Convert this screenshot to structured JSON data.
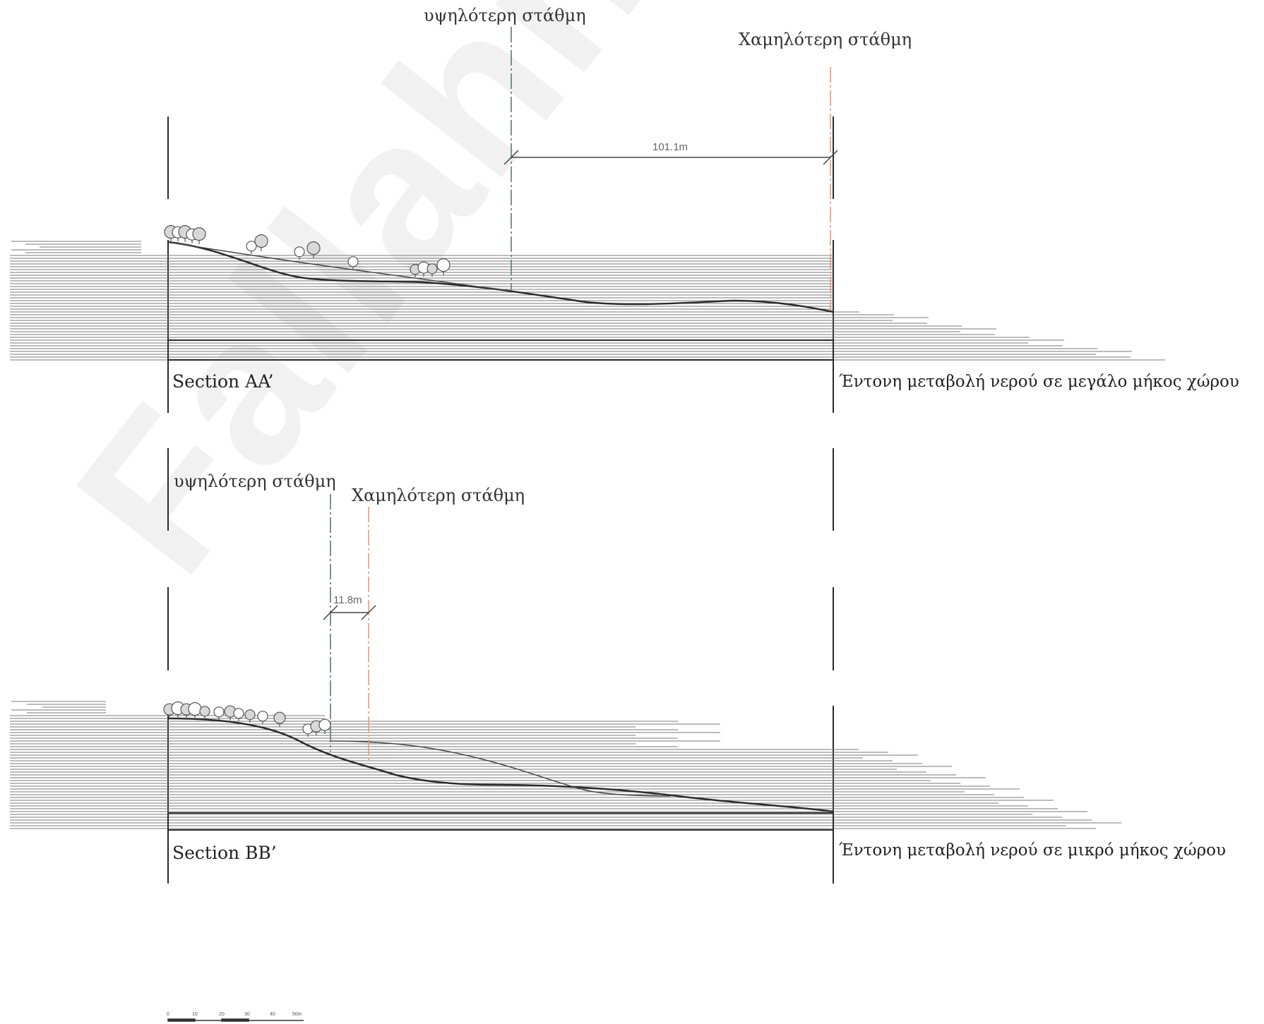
{
  "watermark": "Fallahnia",
  "colors": {
    "ink": "#2a2a2a",
    "hatch": "#7a7a7a",
    "higher_level_line": "#5b7a70",
    "lower_level_line": "#e8987a",
    "tree": "#555555"
  },
  "section_aa": {
    "title": "Section AA’",
    "higher_level_label": "υψηλότερη στάθμη",
    "lower_level_label": "Χαμηλότερη στάθμη",
    "distance_label": "101.1m",
    "note": "Έντονη μεταβολή νερού σε μεγάλο μήκος χώρου"
  },
  "section_bb": {
    "title": "Section BB’",
    "higher_level_label": "υψηλότερη στάθμη",
    "lower_level_label": "Χαμηλότερη στάθμη",
    "distance_label": "11.8m",
    "note": "Έντονη μεταβολή νερού σε μικρό μήκος χώρου"
  },
  "scale_bar": {
    "ticks": [
      "0",
      "10",
      "20",
      "30",
      "40",
      "50m"
    ]
  }
}
